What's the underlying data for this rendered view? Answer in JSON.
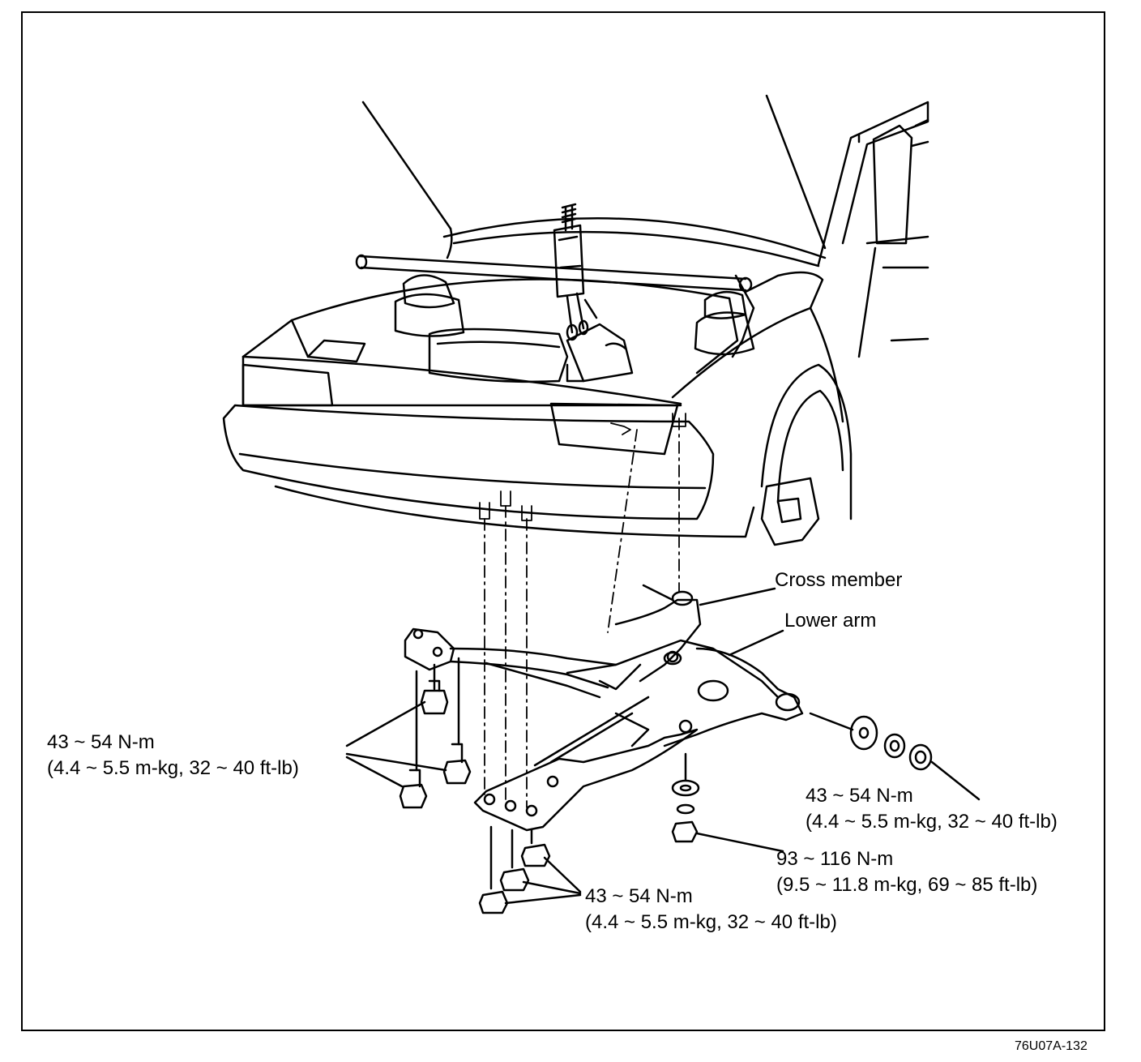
{
  "labels": {
    "cross_member": "Cross member",
    "lower_arm": "Lower arm",
    "torque_left": {
      "line1": "43 ~ 54 N-m",
      "line2": "(4.4 ~ 5.5 m-kg, 32 ~ 40 ft-lb)"
    },
    "torque_right": {
      "line1": "43 ~ 54 N-m",
      "line2": "(4.4 ~ 5.5 m-kg, 32 ~ 40 ft-lb)"
    },
    "torque_center": {
      "line1": "93 ~ 116 N-m",
      "line2": "(9.5 ~ 11.8 m-kg, 69 ~ 85 ft-lb)"
    },
    "torque_bottom": {
      "line1": "43 ~ 54 N-m",
      "line2": "(4.4 ~ 5.5 m-kg, 32 ~ 40 ft-lb)"
    }
  },
  "figure_code": "76U07A-132"
}
